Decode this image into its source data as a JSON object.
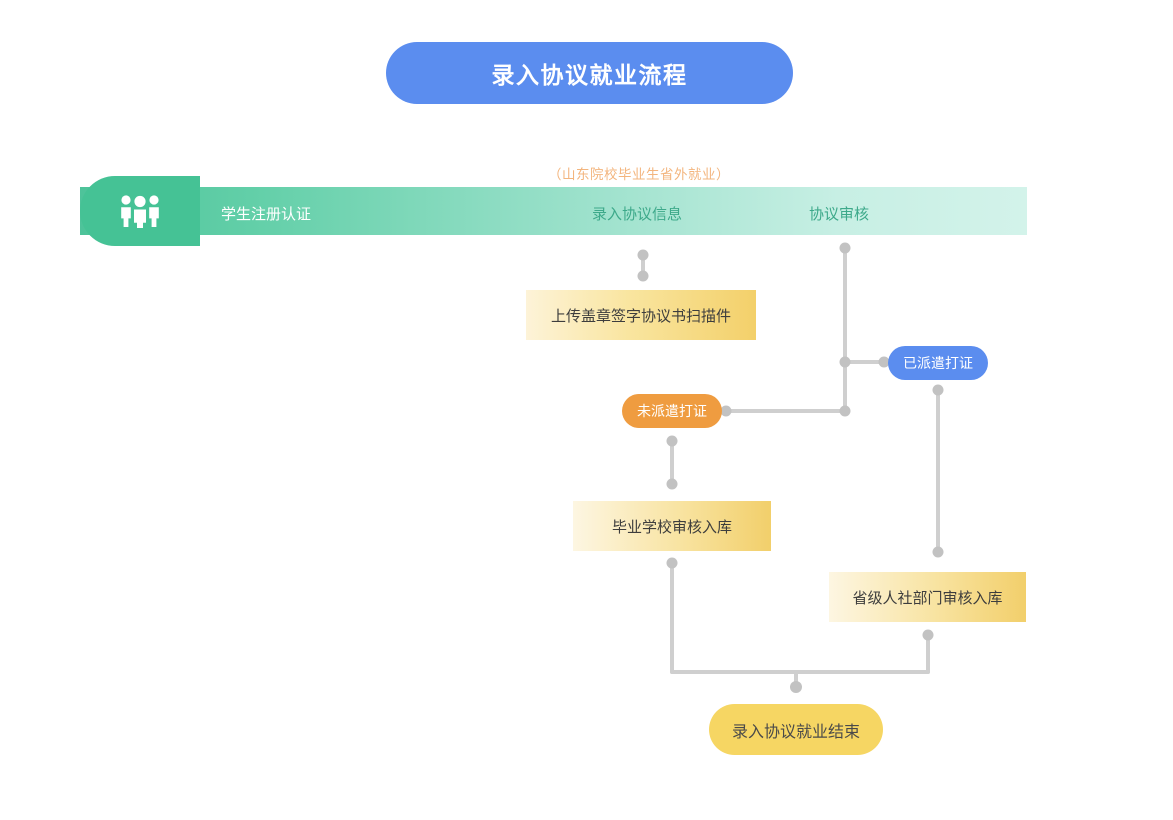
{
  "page": {
    "title": "录入协议就业流程",
    "subtitle": "（山东院校毕业生省外就业）"
  },
  "colors": {
    "title_pill": "#5b8def",
    "stage_bar_start": "#4ec39a",
    "stage_bar_end": "#d3f3ea",
    "subtitle_text": "#f3b57e",
    "node_yellow": "#f3d06a",
    "node_orange": "#ef9c40",
    "node_blue": "#5b8def",
    "node_end_yellow": "#f6d663",
    "connector_line": "#cfcfcf",
    "connector_dot": "#c2c2c2"
  },
  "stage_bar": {
    "icon_name": "group-of-people-icon",
    "stages": [
      {
        "label": "学生注册认证",
        "style": "on-green"
      },
      {
        "label": "录入协议信息",
        "style": "on-light"
      },
      {
        "label": "协议审核",
        "style": "on-light"
      }
    ]
  },
  "nodes": [
    {
      "id": "upload",
      "label": "上传盖章签字协议书扫描件",
      "shape": "rect",
      "color": "yellow-gradient"
    },
    {
      "id": "dispatched",
      "label": "已派遣打证",
      "shape": "pill",
      "color": "blue"
    },
    {
      "id": "undispatched",
      "label": "未派遣打证",
      "shape": "pill",
      "color": "orange"
    },
    {
      "id": "school",
      "label": "毕业学校审核入库",
      "shape": "rect",
      "color": "yellow-gradient"
    },
    {
      "id": "province",
      "label": "省级人社部门审核入库",
      "shape": "rect",
      "color": "yellow-gradient"
    },
    {
      "id": "end",
      "label": "录入协议就业结束",
      "shape": "pill",
      "color": "yellow"
    }
  ],
  "chart_data": {
    "type": "diagram",
    "title": "录入协议就业流程",
    "subtitle": "（山东院校毕业生省外就业）",
    "stages": [
      "学生注册认证",
      "录入协议信息",
      "协议审核"
    ],
    "steps": [
      "上传盖章签字协议书扫描件",
      "已派遣打证",
      "未派遣打证",
      "毕业学校审核入库",
      "省级人社部门审核入库",
      "录入协议就业结束"
    ],
    "edges": [
      {
        "from": "录入协议信息",
        "to": "上传盖章签字协议书扫描件"
      },
      {
        "from": "协议审核",
        "to": "已派遣打证"
      },
      {
        "from": "协议审核",
        "to": "未派遣打证"
      },
      {
        "from": "未派遣打证",
        "to": "毕业学校审核入库"
      },
      {
        "from": "已派遣打证",
        "to": "省级人社部门审核入库"
      },
      {
        "from": "毕业学校审核入库",
        "to": "录入协议就业结束"
      },
      {
        "from": "省级人社部门审核入库",
        "to": "录入协议就业结束"
      }
    ]
  }
}
